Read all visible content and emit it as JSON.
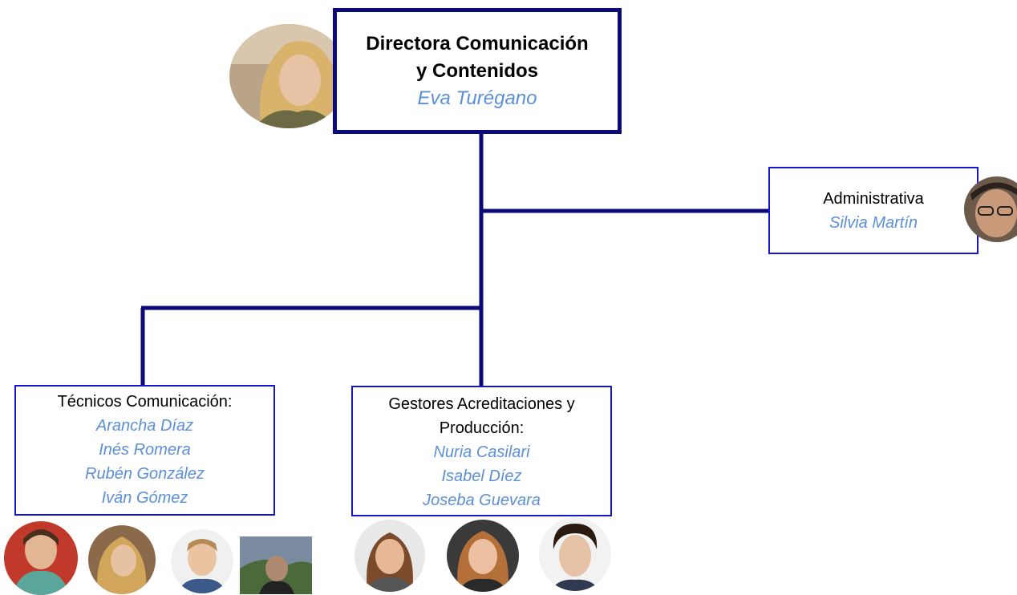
{
  "director": {
    "role_line1": "Directora Comunicación",
    "role_line2": "y Contenidos",
    "name": "Eva Turégano"
  },
  "admin": {
    "role": "Administrativa",
    "name": "Silvia Martín"
  },
  "tecnicos": {
    "role": "Técnicos Comunicación:",
    "members": [
      "Arancha Díaz",
      "Inés Romera",
      "Rubén González",
      "Iván Gómez"
    ]
  },
  "gestores": {
    "role_line1": "Gestores Acreditaciones y",
    "role_line2": "Producción:",
    "members": [
      "Nuria Casilari",
      "Isabel Díez",
      "Joseba Guevara"
    ]
  },
  "colors": {
    "connector": "#0a0a78",
    "box_border_main": "#0a0a78",
    "box_border_thin": "#1414d8",
    "name_text": "#5b8fd6"
  }
}
